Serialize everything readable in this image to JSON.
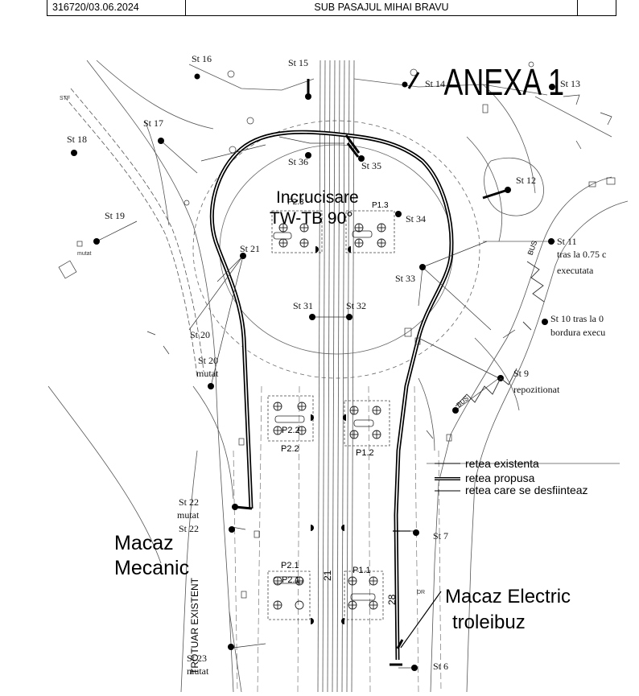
{
  "header": {
    "doc_number": "316720/03.06.2024",
    "location": "SUB PASAJUL MIHAI BRAVU"
  },
  "annex_title": "ANEXA 1",
  "crossing_label_line1": "Incrucisare",
  "crossing_label_line2": "TW-TB 90°",
  "switch_mechanical_line1": "Macaz",
  "switch_mechanical_line2": "Mecanic",
  "switch_electric_line1": "Macaz Electric",
  "switch_electric_line2": "troleibuz",
  "sidewalk_label": "TROTUAR EXISTENT",
  "legend": {
    "existing": "retea existenta",
    "proposed": "retea propusa",
    "removed": "retea care se desfiinteaz"
  },
  "stations": {
    "st6": "St 6",
    "st7": "St 7",
    "st9": "St 9",
    "st9_note": "repozitionat",
    "st10": "St 10 tras la 0",
    "st10_note": "bordura execu",
    "st11": "St 11",
    "st11_note1": "tras la 0.75 c",
    "st11_note2": "executata",
    "st12": "St 12",
    "st13": "St 13",
    "st14": "St 14",
    "st15": "St 15",
    "st16": "St 16",
    "st17": "St 17",
    "st18": "St 18",
    "st19": "St 19",
    "st20": "St 20",
    "st20b": "St 20",
    "st20b_note": "mutat",
    "st21": "St 21",
    "st22": "St 22",
    "st22_note": "mutat",
    "st22b": "St 22",
    "st23": "St 23",
    "st23_note": "mutat",
    "st31": "St 31",
    "st32": "St 32",
    "st33": "St 33",
    "st34": "St 34",
    "st35": "St 35",
    "st36": "St 36"
  },
  "poles": {
    "p13": "P1.3",
    "p12": "P1.2",
    "p11": "P1.1",
    "p22": "P2.2",
    "p22b": "P2.2",
    "p21": "P2.1",
    "p21b": "P2.1",
    "p23": "P2.3"
  },
  "misc": {
    "bus": "BUS",
    "dim_21": "21",
    "dim_28": "28",
    "dr": "DR",
    "stf": "STF",
    "mutat_small": "mutat",
    "bus_label_bottom": "BUS"
  }
}
